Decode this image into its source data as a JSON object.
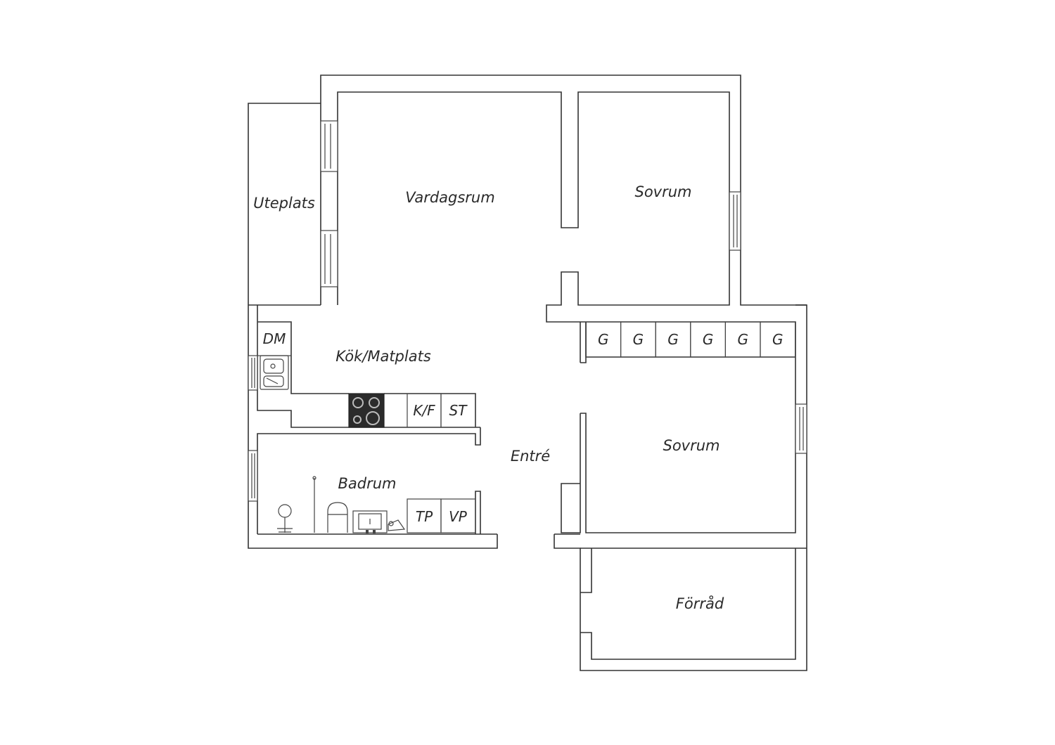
{
  "rooms": {
    "uteplats": "Uteplats",
    "vardagsrum": "Vardagsrum",
    "sovrum_1": "Sovrum",
    "kok_matplats": "Kök/Matplats",
    "entre": "Entré",
    "sovrum_2": "Sovrum",
    "badrum": "Badrum",
    "forrad": "Förråd"
  },
  "fixtures": {
    "dishwasher": "DM",
    "fridge_freezer": "K/F",
    "pantry": "ST",
    "washer": "TP",
    "heater": "VP",
    "wardrobes": [
      "G",
      "G",
      "G",
      "G",
      "G",
      "G"
    ]
  },
  "colors": {
    "wall_stroke": "#333333",
    "stove": "#2b2b2b",
    "background": "#ffffff"
  }
}
